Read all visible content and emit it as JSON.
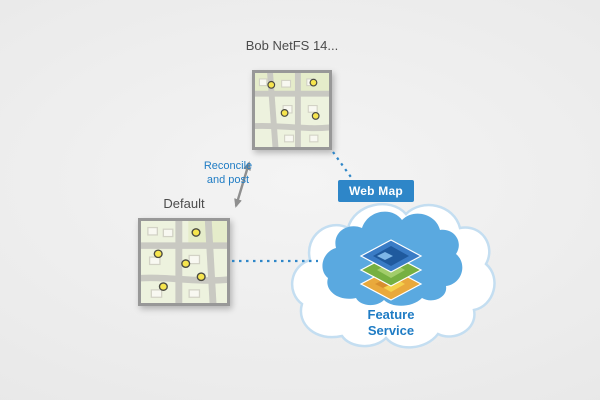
{
  "diagram": {
    "version_map": {
      "label": "Bob NetFS 14..."
    },
    "default_map": {
      "label": "Default"
    },
    "reconcile_label": {
      "line1": "Reconcile",
      "line2": "and post"
    },
    "web_map_badge": {
      "label": "Web Map"
    },
    "feature_service_label": {
      "line1": "Feature",
      "line2": "Service"
    },
    "colors": {
      "accent_blue": "#1f7cc4",
      "badge_blue": "#2e86c8",
      "cloud_fill": "#5aa9e0",
      "cloud_outline": "#c4def1",
      "map_background": "#edf2de",
      "marker_yellow": "#f6e54e",
      "arrow_gray": "#8f8f8f"
    }
  }
}
